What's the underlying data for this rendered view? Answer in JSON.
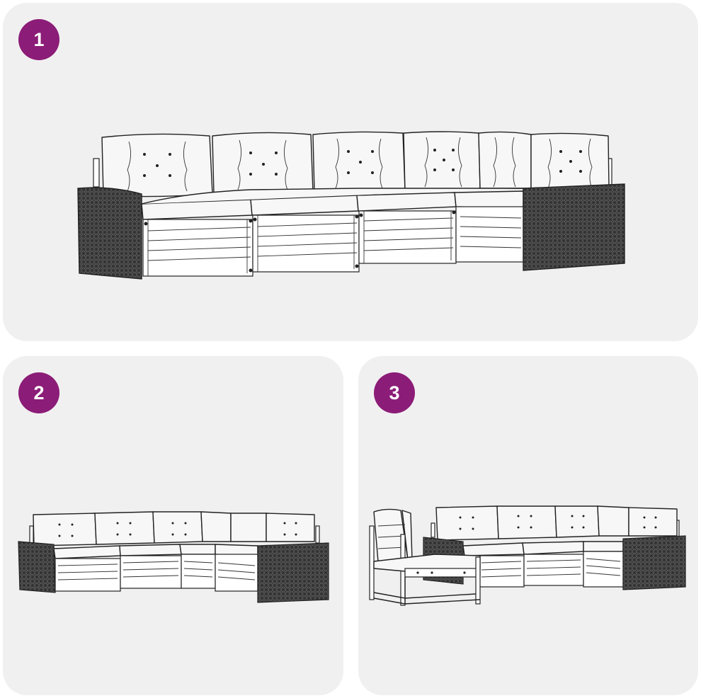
{
  "panels": [
    {
      "label": "1"
    },
    {
      "label": "2"
    },
    {
      "label": "3"
    }
  ],
  "colors": {
    "panel_bg": "#f1f0f1",
    "badge": "#8b1c77",
    "badge_text": "#ffffff",
    "wicker": "#3b3b3b"
  },
  "icons": [
    "sofa-illustration",
    "wicker-armrest",
    "cushion"
  ]
}
